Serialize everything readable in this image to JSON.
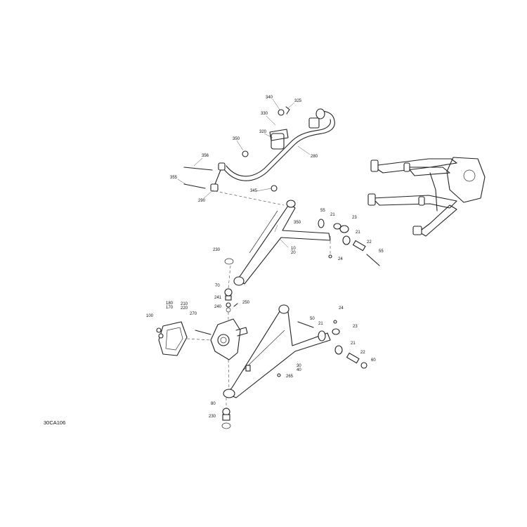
{
  "figure_code": "30CA106",
  "callouts": [
    "340",
    "325",
    "330",
    "320",
    "350",
    "280",
    "356",
    "355",
    "290",
    "345",
    "55",
    "21",
    "23",
    "350",
    "21",
    "22",
    "55",
    "230",
    "10",
    "20",
    "24",
    "70",
    "241",
    "240",
    "250",
    "180",
    "170",
    "210",
    "220",
    "270",
    "100",
    "24",
    "50",
    "21",
    "23",
    "21",
    "22",
    "60",
    "30",
    "40",
    "265",
    "80",
    "230"
  ]
}
